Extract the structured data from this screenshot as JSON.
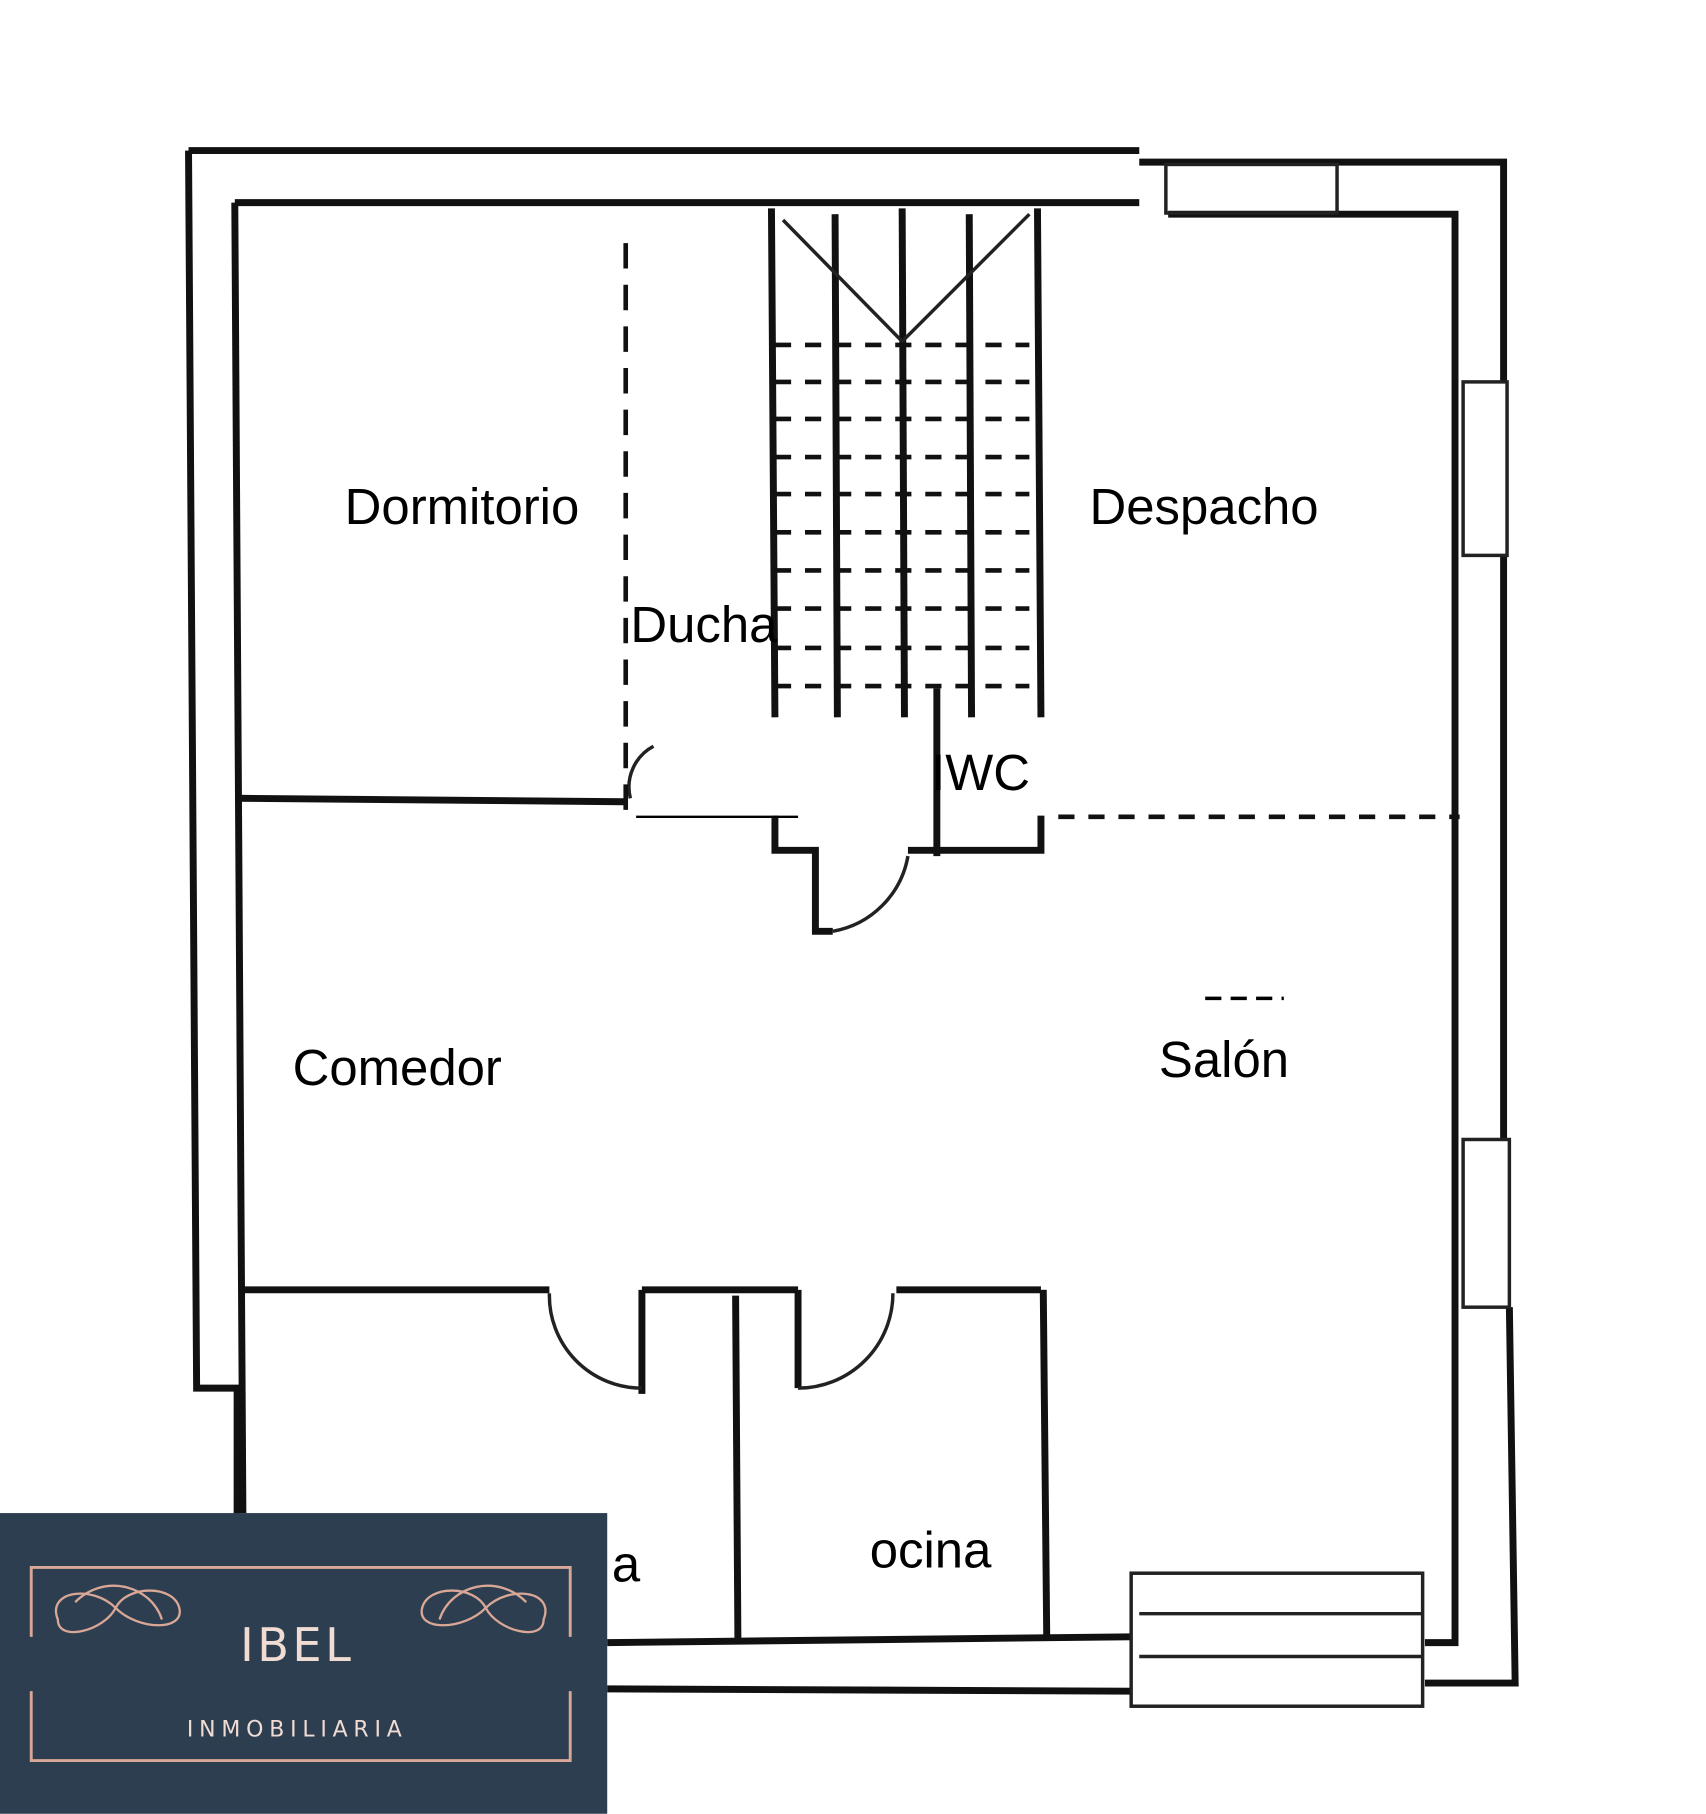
{
  "rooms": {
    "dormitorio": "Dormitorio",
    "ducha": "Ducha",
    "despacho": "Despacho",
    "iwc": "IWC",
    "comedor": "Comedor",
    "salon": "Salón",
    "cocina": "ocina",
    "partial": "a"
  },
  "logo": {
    "name": "IBEL",
    "subtitle": "INMOBILIARIA",
    "background": "#2d3e50",
    "accent": "#d9a796"
  }
}
